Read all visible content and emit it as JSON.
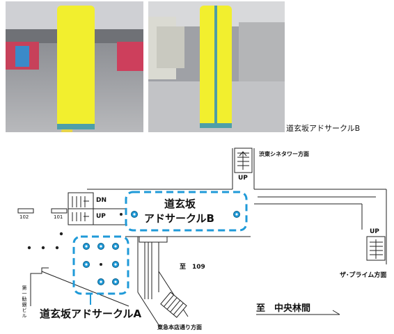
{
  "caption": "道玄坂アドサークルB",
  "map": {
    "shibuya_east": "渋東シネタワー方面",
    "up_top": "UP",
    "dn": "DN",
    "up_left": "UP",
    "up_right": "UP",
    "num_102": "102",
    "num_101": "101",
    "label_b_line1": "道玄坂",
    "label_b_line2": "アドサークルB",
    "num_109": "至　109",
    "the_prime": "ザ･プライム方面",
    "chuo_rinkan": "至　中央林間",
    "label_a": "道玄坂アドサークルA",
    "tokyu_honten": "東急本店通り方面",
    "daiichi_kangyo": "第一勧銀ビル"
  },
  "colors": {
    "highlight": "#1f9ad8",
    "pillar": "#f2ef2e",
    "line": "#222222"
  }
}
